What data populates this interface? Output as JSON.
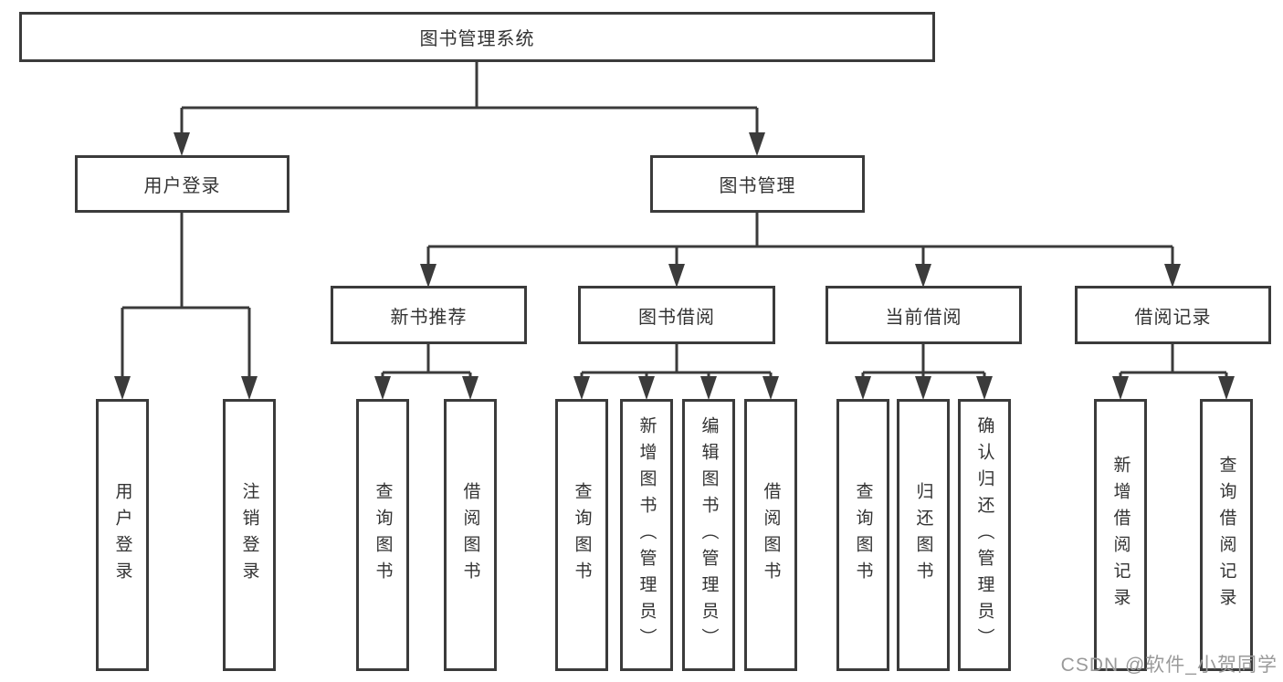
{
  "diagram": {
    "root": {
      "label": "图书管理系统"
    },
    "level2": [
      {
        "label": "用户登录",
        "children": [
          "用户登录",
          "注销登录"
        ]
      },
      {
        "label": "图书管理"
      }
    ],
    "level3": [
      {
        "label": "新书推荐",
        "children": [
          "查询图书",
          "借阅图书"
        ]
      },
      {
        "label": "图书借阅",
        "children": [
          "查询图书",
          "新增图书（管理员）",
          "编辑图书（管理员）",
          "借阅图书"
        ]
      },
      {
        "label": "当前借阅",
        "children": [
          "查询图书",
          "归还图书",
          "确认归还（管理员）"
        ]
      },
      {
        "label": "借阅记录",
        "children": [
          "新增借阅记录",
          "查询借阅记录"
        ]
      }
    ]
  },
  "watermark": "CSDN @软件_小贺同学",
  "colors": {
    "line": "#3b3b3b",
    "text": "#333333",
    "box_background": "#ffffff",
    "page_background": "#ffffff",
    "watermark_text_color": "#9a9a9a"
  }
}
